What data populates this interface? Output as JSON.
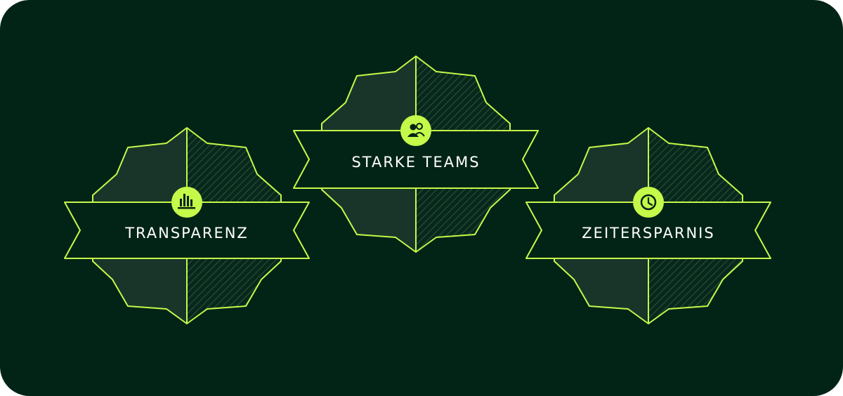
{
  "colors": {
    "background": "#022416",
    "accent": "#c5f94a",
    "badge_fill_left": "#19352a",
    "ribbon_fill": "#022416",
    "text": "#ffffff"
  },
  "badges": [
    {
      "label": "TRANSPARENZ",
      "icon": "bar-chart-icon"
    },
    {
      "label": "STARKE TEAMS",
      "icon": "team-icon"
    },
    {
      "label": "ZEITERSPARNIS",
      "icon": "clock-icon"
    }
  ]
}
